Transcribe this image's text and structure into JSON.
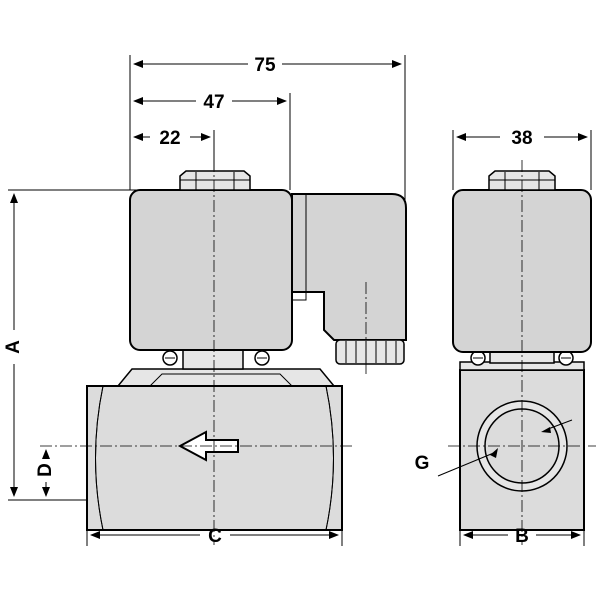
{
  "dimensions": {
    "overall_width": "75",
    "coil_width": "47",
    "coil_center": "22",
    "side_width": "38",
    "height": "A",
    "port_center_height": "D",
    "body_length": "C",
    "body_side_width": "B",
    "port_thread": "G"
  }
}
